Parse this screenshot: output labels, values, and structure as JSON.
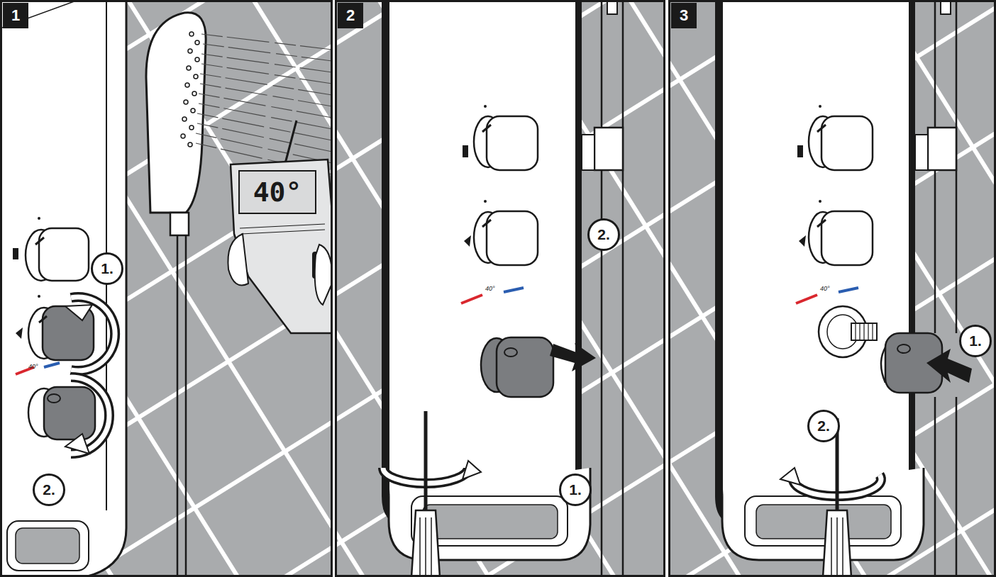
{
  "diagram": {
    "nodes": [
      {
        "text": [
          "1"
        ]
      },
      {
        "text": [
          "1."
        ]
      },
      {
        "text": [
          "2."
        ]
      },
      {
        "text": [
          "40°"
        ]
      },
      {
        "text": [
          "2"
        ]
      },
      {
        "text": [
          "2."
        ]
      },
      {
        "text": [
          "1."
        ]
      },
      {
        "text": [
          "3"
        ]
      },
      {
        "text": [
          "1."
        ]
      },
      {
        "text": [
          "2."
        ]
      }
    ],
    "labels": [
      "40°",
      "40°",
      "40°"
    ]
  }
}
